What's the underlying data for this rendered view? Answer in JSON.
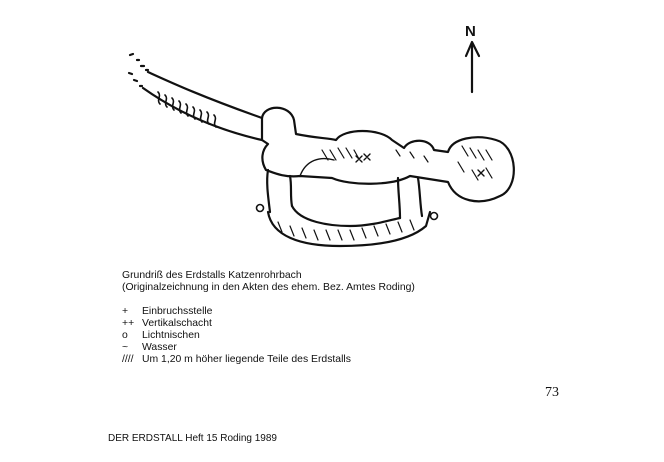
{
  "figure": {
    "north_label": "N",
    "caption_lines": [
      "Grundriß des Erdstalls Katzenrohrbach",
      "(Originalzeichnung in den Akten des ehem. Bez. Amtes Roding)"
    ],
    "legend": [
      {
        "symbol": "+",
        "label": "Einbruchsstelle"
      },
      {
        "symbol": "++",
        "label": "Vertikalschacht"
      },
      {
        "symbol": "o",
        "label": "Lichtnischen"
      },
      {
        "symbol": "~",
        "label": "Wasser"
      },
      {
        "symbol": "////",
        "label": "Um 1,20 m höher liegende Teile des Erdstalls"
      }
    ]
  },
  "page": {
    "number": "73",
    "footer": "DER ERDSTALL Heft 15 Roding 1989"
  }
}
